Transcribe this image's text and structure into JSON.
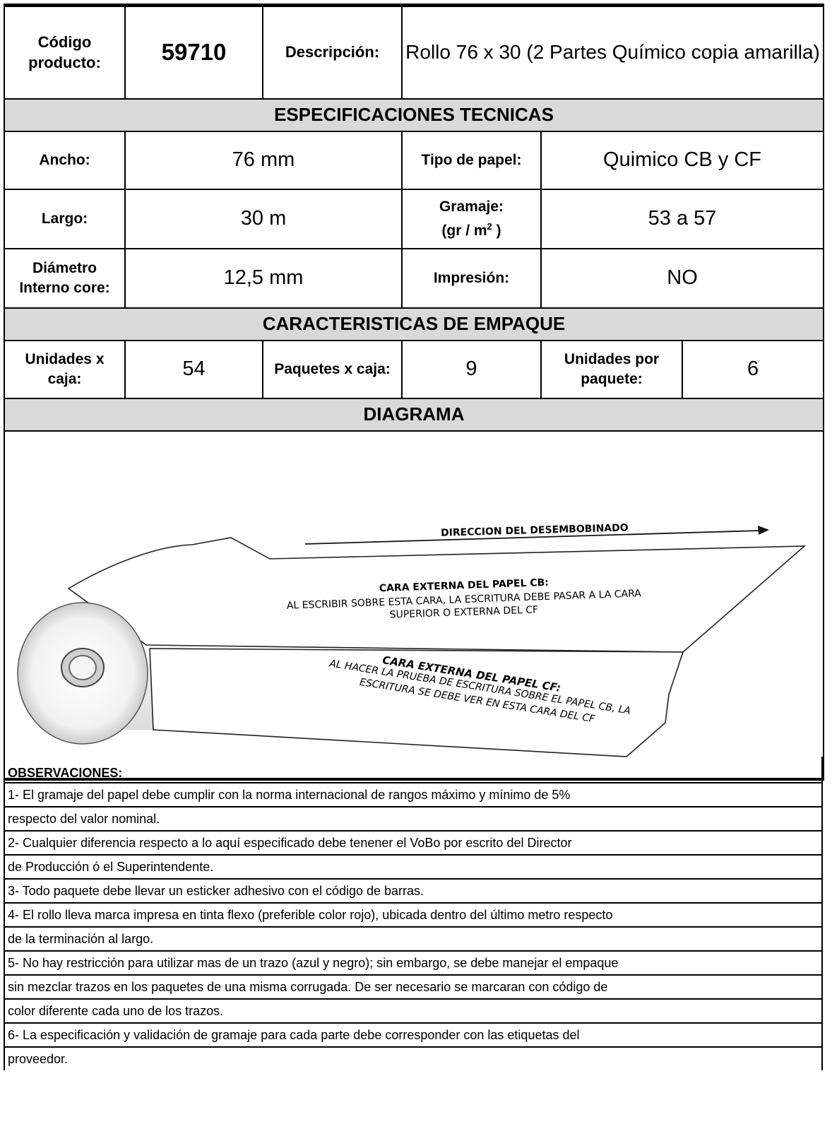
{
  "header": {
    "code_label": "Código producto:",
    "code_value": "59710",
    "desc_label": "Descripción:",
    "desc_value": "Rollo 76 x 30 (2 Partes Químico copia amarilla)"
  },
  "tech": {
    "section_title": "ESPECIFICACIONES TECNICAS",
    "ancho_label": "Ancho:",
    "ancho_value": "76 mm",
    "tipo_label": "Tipo de papel:",
    "tipo_value": "Quimico CB y CF",
    "largo_label": "Largo:",
    "largo_value": "30 m",
    "gramaje_label": "Gramaje:",
    "gramaje_unit_prefix": "(gr / m",
    "gramaje_unit_sup": "2",
    "gramaje_unit_suffix": " )",
    "gramaje_value": "53 a 57",
    "diametro_label": "Diámetro Interno core:",
    "diametro_value": "12,5 mm",
    "impresion_label": "Impresión:",
    "impresion_value": "NO"
  },
  "packing": {
    "section_title": "CARACTERISTICAS DE EMPAQUE",
    "unidades_caja_label": "Unidades x caja:",
    "unidades_caja_value": "54",
    "paquetes_caja_label": "Paquetes x caja:",
    "paquetes_caja_value": "9",
    "unidades_paquete_label": "Unidades por paquete:",
    "unidades_paquete_value": "6"
  },
  "diagram": {
    "section_title": "DIAGRAMA",
    "direction_label": "DIRECCION DEL DESEMBOBINADO",
    "cb_title": "CARA EXTERNA DEL PAPEL CB:",
    "cb_line1": "AL ESCRIBIR SOBRE ESTA CARA, LA ESCRITURA DEBE PASAR A LA CARA",
    "cb_line2": "SUPERIOR O EXTERNA DEL CF",
    "cf_title": "CARA EXTERNA DEL PAPEL CF:",
    "cf_line1": "AL HACER LA PRUEBA DE ESCRITURA SOBRE EL PAPEL CB, LA",
    "cf_line2": "ESCRITURA SE DEBE VER EN ESTA CARA DEL CF"
  },
  "observations": {
    "title": "OBSERVACIONES:",
    "lines": [
      "1- El  gramaje del papel debe cumplir con la norma internacional de rangos máximo y mínimo de 5%",
      "respecto del valor nominal.",
      "2- Cualquier diferencia respecto a lo aquí especificado debe tenener el VoBo por escrito del Director",
      "de Producción ó el Superintendente.",
      "3- Todo paquete debe llevar un esticker adhesivo con el código de barras.",
      "4- El rollo lleva marca impresa en tinta flexo (preferible color rojo), ubicada dentro del último metro respecto",
      "de la terminación al largo.",
      "5- No hay restricción para utilizar mas de un trazo (azul y negro); sin embargo, se debe manejar el empaque",
      "sin mezclar trazos en los paquetes de una misma corrugada. De ser necesario se marcaran con código de",
      "color diferente cada uno de los trazos.",
      "6- La especificación y validación de gramaje para cada parte debe corresponder con las etiquetas del",
      "proveedor."
    ]
  }
}
